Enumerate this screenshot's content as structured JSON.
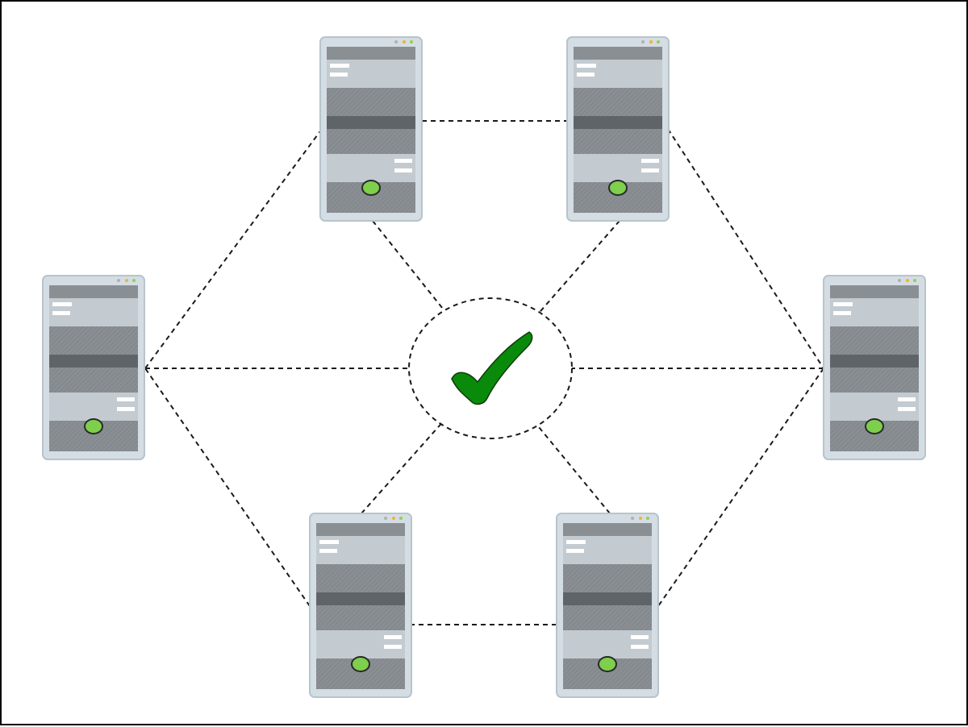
{
  "diagram": {
    "colors": {
      "background": "#ffffff",
      "frame": "#000000",
      "connector": "#1a1a1a",
      "server_casing": "#d4dde3",
      "server_casing_edge": "#b7c4cc",
      "server_bay_dark": "#8a8f94",
      "server_bay_stripe": "#5f6468",
      "server_bay_light": "#c3cbd1",
      "server_slot": "#ffffff",
      "status_led": "#7ecf4b",
      "status_led_outline": "#2a2a2a",
      "check": "#0a8a0a",
      "check_outline": "#0b3d0b",
      "dot_red": "#b0b0b0",
      "dot_amber": "#f2b233",
      "dot_green": "#8fd14f"
    },
    "center": {
      "name": "verified-center",
      "icon": "checkmark-icon"
    },
    "servers": [
      {
        "name": "server-top-left",
        "icon": "server-icon"
      },
      {
        "name": "server-top-right",
        "icon": "server-icon"
      },
      {
        "name": "server-left",
        "icon": "server-icon"
      },
      {
        "name": "server-right",
        "icon": "server-icon"
      },
      {
        "name": "server-bottom-left",
        "icon": "server-icon"
      },
      {
        "name": "server-bottom-right",
        "icon": "server-icon"
      }
    ],
    "links": [
      {
        "from": "server-top-left",
        "to": "server-top-right"
      },
      {
        "from": "server-top-right",
        "to": "server-right"
      },
      {
        "from": "server-right",
        "to": "server-bottom-right"
      },
      {
        "from": "server-bottom-right",
        "to": "server-bottom-left"
      },
      {
        "from": "server-bottom-left",
        "to": "server-left"
      },
      {
        "from": "server-left",
        "to": "server-top-left"
      },
      {
        "from": "server-top-left",
        "to": "verified-center"
      },
      {
        "from": "server-top-right",
        "to": "verified-center"
      },
      {
        "from": "server-left",
        "to": "verified-center"
      },
      {
        "from": "server-right",
        "to": "verified-center"
      },
      {
        "from": "server-bottom-left",
        "to": "verified-center"
      },
      {
        "from": "server-bottom-right",
        "to": "verified-center"
      }
    ]
  }
}
